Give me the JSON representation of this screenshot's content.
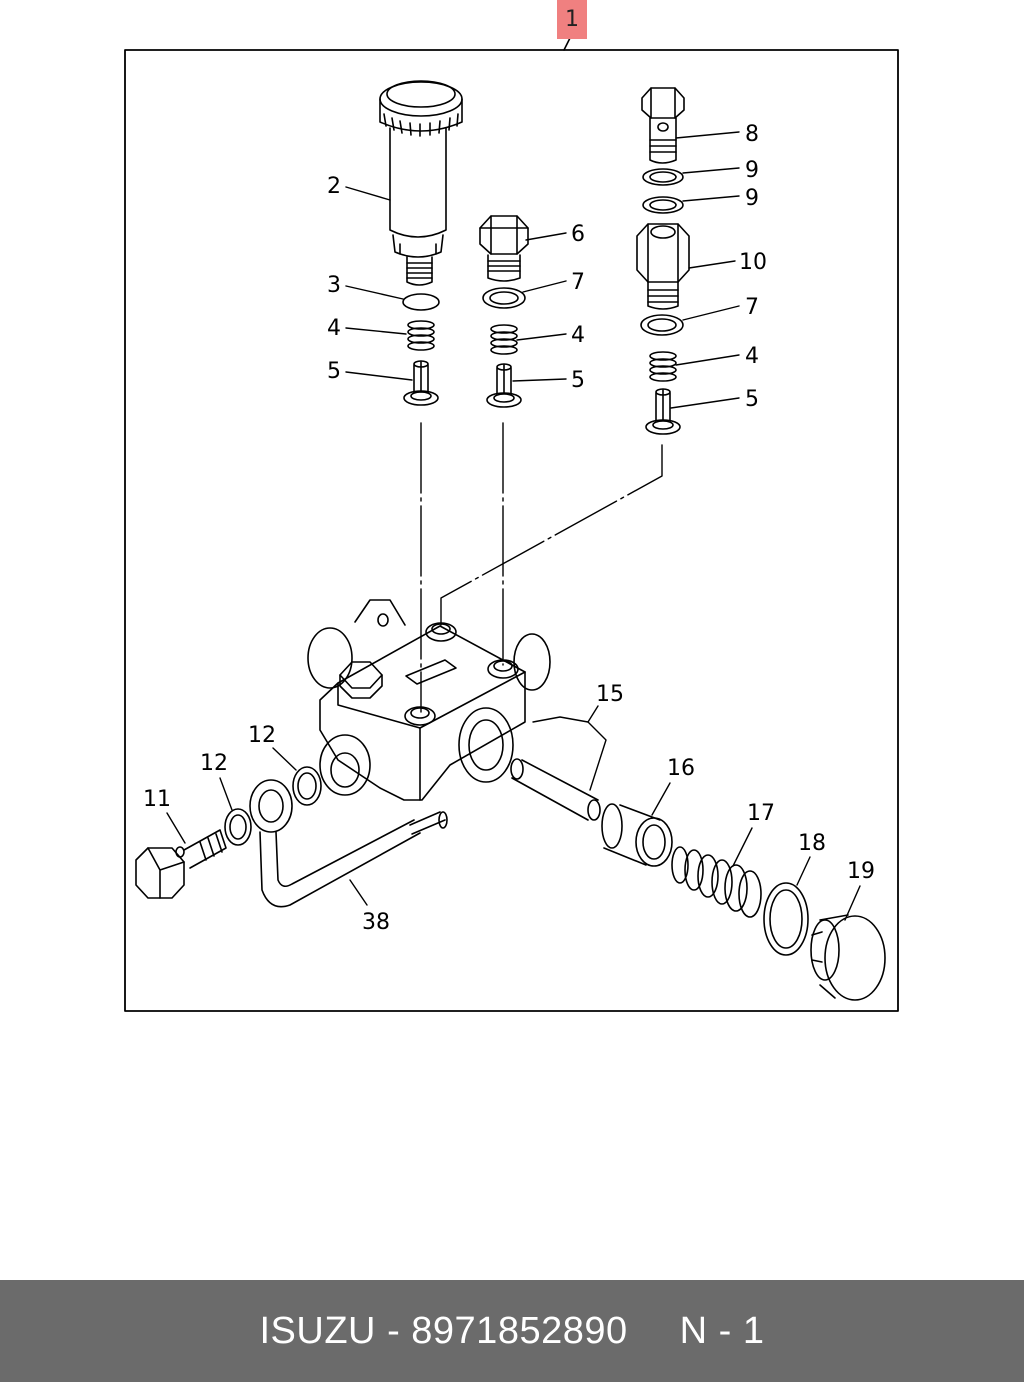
{
  "diagram": {
    "main_label": "1",
    "highlight_color": "#f08080",
    "callouts": {
      "c2": "2",
      "c3": "3",
      "c4a": "4",
      "c5a": "5",
      "c6": "6",
      "c7a": "7",
      "c4b": "4",
      "c5b": "5",
      "c8": "8",
      "c9a": "9",
      "c9b": "9",
      "c10": "10",
      "c7b": "7",
      "c4c": "4",
      "c5c": "5",
      "c11": "11",
      "c12a": "12",
      "c12b": "12",
      "c15": "15",
      "c16": "16",
      "c17": "17",
      "c18": "18",
      "c19": "19",
      "c38": "38"
    }
  },
  "footer": {
    "brand": "ISUZU",
    "separator": "-",
    "part_number": "8971852890",
    "page_ref": "N - 1"
  }
}
